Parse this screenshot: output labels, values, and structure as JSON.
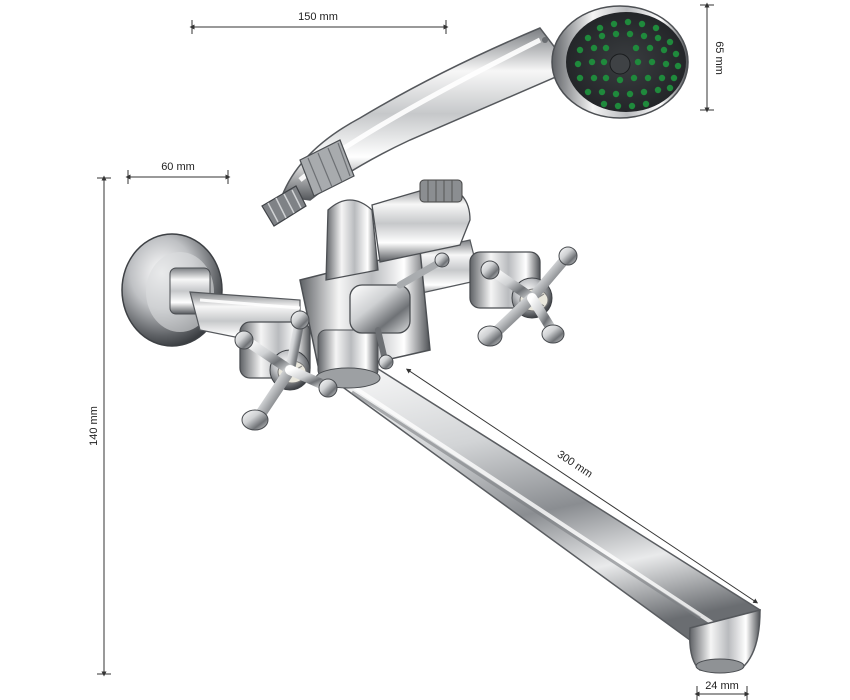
{
  "dimensions": {
    "hose_length": "150 mm",
    "head_diameter": "65 mm",
    "wall_offset": "60 mm",
    "height": "140 mm",
    "spout_length": "300 mm",
    "spout_width": "24 mm"
  },
  "colors": {
    "chrome_light": "#f4f4f4",
    "chrome_mid": "#c2c4c6",
    "chrome_dark": "#6c6f73",
    "chrome_shadow": "#3a3d41",
    "showerhead_face": "#2e3134",
    "nozzle_green": "#1f8a3c",
    "dimension_line": "#333333"
  }
}
